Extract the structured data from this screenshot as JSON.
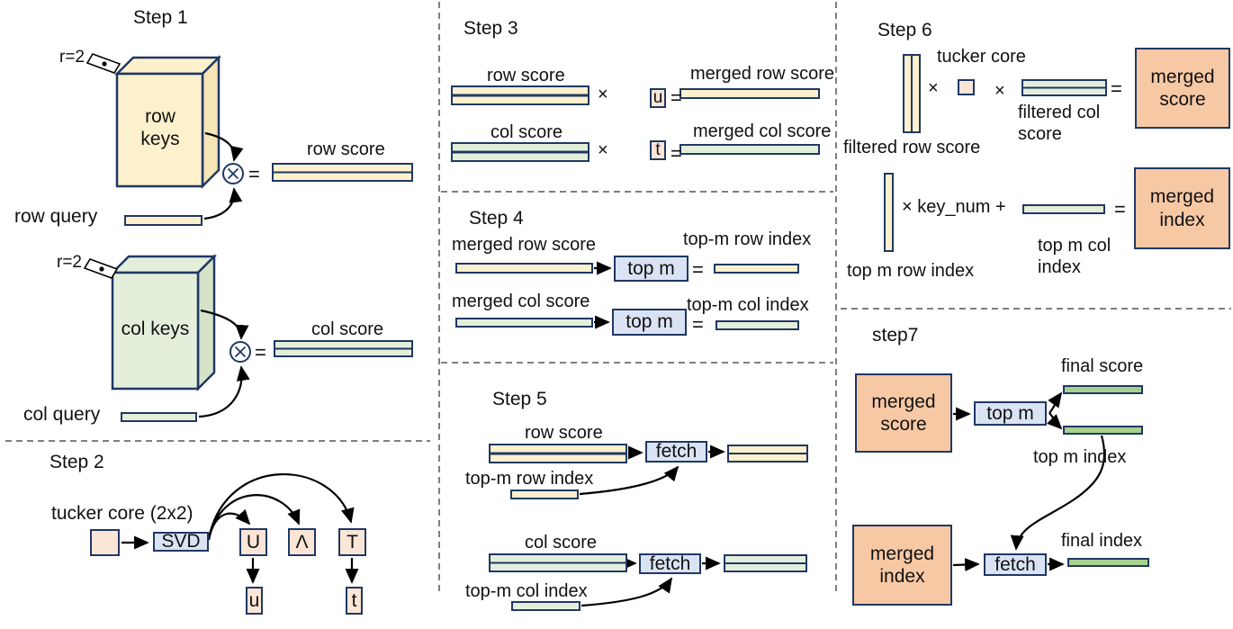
{
  "colors": {
    "yellow": "#FDF0CC",
    "ydark": "#F6E6B6",
    "green": "#E4EFDB",
    "gdark": "#D7E3C8",
    "bgreen": "#A9D18E",
    "peach": "#FBE5D6",
    "orange": "#F7C8A4",
    "blue": "#DAE3F3",
    "navy": "#1F3864",
    "dash": "#7F7F7F"
  },
  "ops": {
    "times": "×",
    "equals": "="
  },
  "step1": {
    "title": "Step 1",
    "r": "r=2",
    "row_keys": "row keys",
    "row_query": "row query",
    "row_score": "row score",
    "col_keys": "col keys",
    "col_query": "col query",
    "col_score": "col score"
  },
  "step2": {
    "title": "Step 2",
    "tucker_core": "tucker core (2x2)",
    "svd": "SVD",
    "U": "U",
    "lambda": "Λ",
    "T": "T",
    "u": "u",
    "t": "t"
  },
  "step3": {
    "title": "Step 3",
    "row_score": "row score",
    "col_score": "col score",
    "u": "u",
    "t": "t",
    "merged_row_score": "merged row score",
    "merged_col_score": "merged col score"
  },
  "step4": {
    "title": "Step 4",
    "merged_row_score": "merged row score",
    "merged_col_score": "merged col score",
    "top_m": "top m",
    "top_m_row_index": "top-m row index",
    "top_m_col_index": "top-m col index"
  },
  "step5": {
    "title": "Step 5",
    "row_score": "row score",
    "col_score": "col score",
    "fetch": "fetch",
    "top_m_row_index": "top-m row index",
    "top_m_col_index": "top-m col index"
  },
  "step6": {
    "title": "Step 6",
    "tucker_core": "tucker core",
    "filtered_row_score": "filtered row score",
    "filtered_col_score": "filtered col score",
    "merged_score": "merged score",
    "key_num_expr": "× key_num +",
    "top_m_row_index": "top m row index",
    "top_m_col_index": "top m col index",
    "merged_index": "merged index"
  },
  "step7": {
    "title": "step7",
    "merged_score": "merged score",
    "top_m": "top m",
    "final_score": "final score",
    "top_m_index": "top m index",
    "merged_index": "merged index",
    "fetch": "fetch",
    "final_index": "final index"
  }
}
